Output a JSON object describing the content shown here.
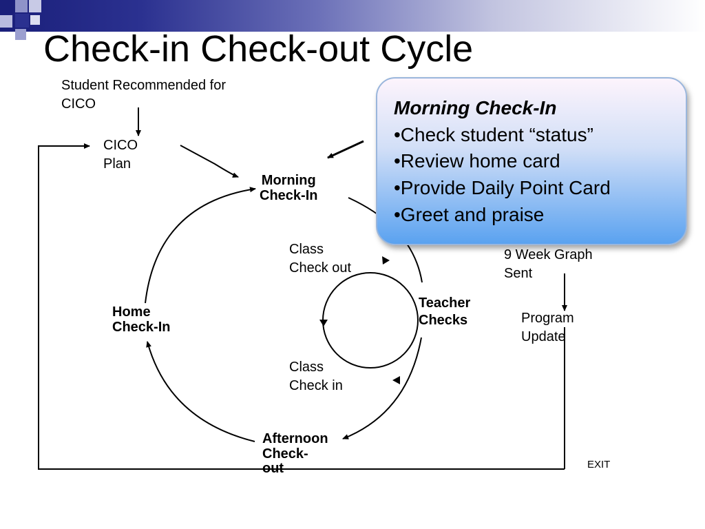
{
  "slide": {
    "title": "Check-in Check-out Cycle"
  },
  "diagram": {
    "entry": [
      "Student Recommended for",
      "CICO"
    ],
    "plan": [
      "CICO",
      "Plan"
    ],
    "morning": [
      "Morning",
      "Check-In"
    ],
    "teacher": [
      "Teacher",
      "Checks"
    ],
    "afternoon": [
      "Afternoon",
      "Check-",
      "out"
    ],
    "home": [
      "Home",
      "Check-In"
    ],
    "class_out": [
      "Class",
      "Check out"
    ],
    "class_in": [
      "Class",
      "Check in"
    ],
    "graph": [
      "9 Week Graph",
      "Sent"
    ],
    "program": [
      "Program",
      "Update"
    ],
    "exit": "EXIT"
  },
  "callout": {
    "heading": "Morning Check-In",
    "items": [
      "•Check student “status”",
      "•Review home card",
      "•Provide Daily Point Card",
      "•Greet and praise"
    ]
  },
  "colors": {
    "header_dark": "#1a1f7a",
    "callout_top": "#fdf4fc",
    "callout_bottom": "#5aa2f0"
  }
}
